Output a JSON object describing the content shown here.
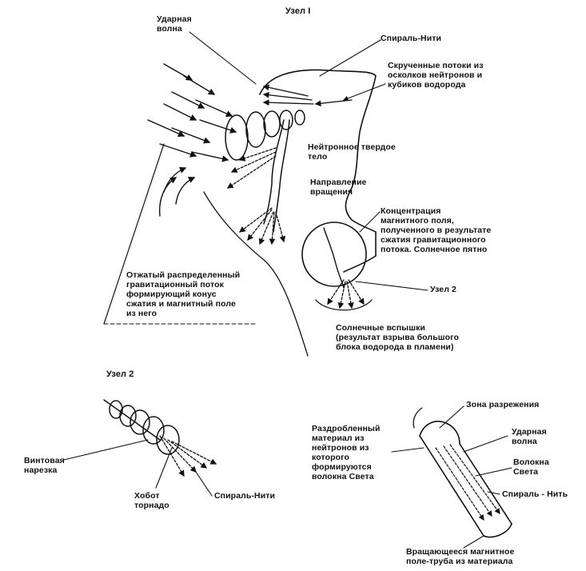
{
  "colors": {
    "ink": "#111111",
    "background": "#ffffff"
  },
  "labels": {
    "node1_title": "Узел I",
    "shock_wave_top": "Ударная\nволна",
    "spirals_threads_top": "Спираль-Нити",
    "twisted_flows": "Скрученные потоки из\nосколков нейтронов и\nкубиков водорода",
    "neutron_body": "Нейтронное твердое\nтело",
    "rotation_direction": "Направление\nвращения",
    "magnetic_field": "Концентрация\nмагнитного поля,\nполученного в результате\nсжатия гравитационного\nпотока. Солнечное пятно",
    "node2_marker": "Узел 2",
    "gravitational_flow": "Отжатый распределенный\nгравитационный поток\nформирующий конус\nсжатия и магнитный поле\nиз него",
    "solar_flares": "Солнечные вспышки\n(результат взрыва большого\nблока водорода в пламени)",
    "node2_title": "Узел 2",
    "screw_thread": "Винтовая\nнарезка",
    "tornado_trunk": "Хобот\nторнадо",
    "spirals_threads_bottom": "Спираль-Нити",
    "rarefaction_zone": "Зона разрежения",
    "crushed_material": "Раздробленный\nматериал из\nнейтронов из\nкоторого\nформируются\nволокна Света",
    "shock_wave_right": "Ударная\nволна",
    "light_fibers": "Волокна\nСвета",
    "spiral_thread_right": "Спираль - Нить",
    "rotating_field": "Вращающееся магнитное\nполе-труба из материала"
  }
}
